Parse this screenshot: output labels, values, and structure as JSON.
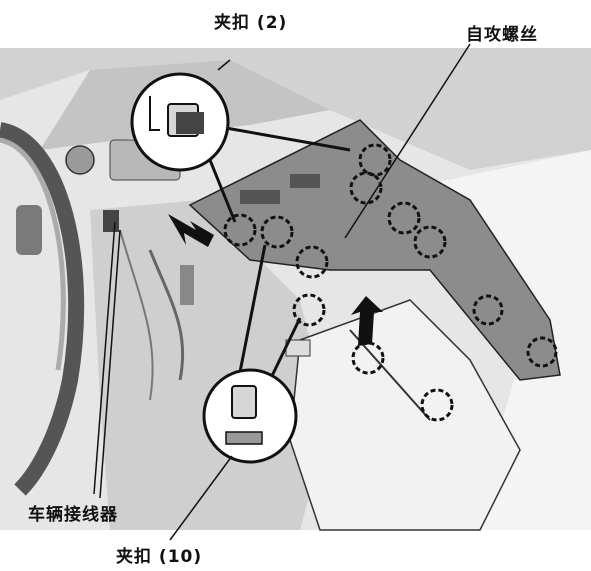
{
  "labels": {
    "clip_top": "夹扣 (2)",
    "self_tapping_screw": "自攻螺丝",
    "vehicle_connector": "车辆接线器",
    "clip_bottom": "夹扣 (10)"
  },
  "colors": {
    "background": "#ffffff",
    "interior_light": "#eeeeee",
    "interior_mid": "#d9d9d9",
    "panel_dark": "#8c8c8c",
    "line": "#111111"
  },
  "icons": {
    "clip_marker": "dashed-circle",
    "direction_arrow": "filled-arrow",
    "detail_callout": "magnifier-circle"
  }
}
